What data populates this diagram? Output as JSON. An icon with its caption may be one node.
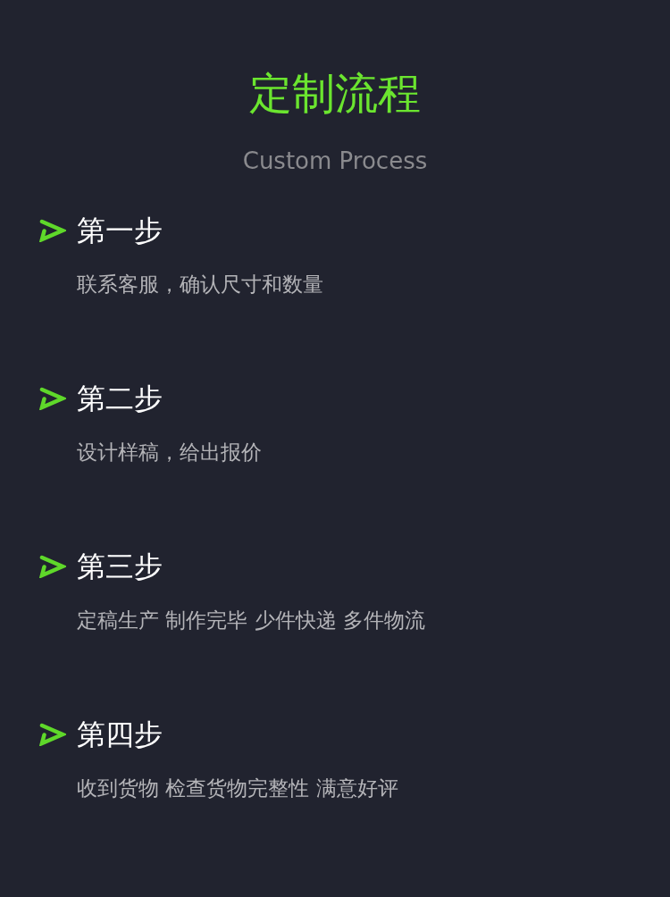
{
  "diagram": {
    "title": "定制流程",
    "labels": [
      "Custom Process",
      "第一步",
      "联系客服，确认尺寸和数量",
      "第二步",
      "设计样稿，给出报价",
      "第三步",
      "定稿生产 制作完毕 少件快递 多件物流",
      "第四步",
      "收到货物 检查货物完整性 满意好评"
    ]
  }
}
